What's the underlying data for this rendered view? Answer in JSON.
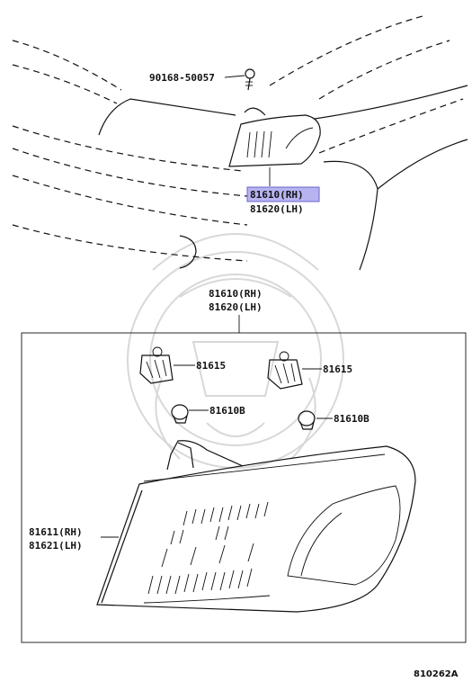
{
  "diagram": {
    "fastener_part": "90168-50057",
    "assembly_highlighted": "81610(RH)",
    "assembly_highlight_color": "#b7b3f0",
    "assembly_lh": "81620(LH)",
    "header_rh": "81610(RH)",
    "header_lh": "81620(LH)",
    "socket_left": "81615",
    "socket_right": "81615",
    "bulb_left": "81610B",
    "bulb_right": "81610B",
    "lens_rh": "81611(RH)",
    "lens_lh": "81621(LH)",
    "figure_code": "810262A",
    "icons": [
      "clip-screw-icon",
      "lamp-socket-icon",
      "bulb-icon",
      "corner-lamp-icon",
      "watermark-emblem-icon"
    ]
  }
}
